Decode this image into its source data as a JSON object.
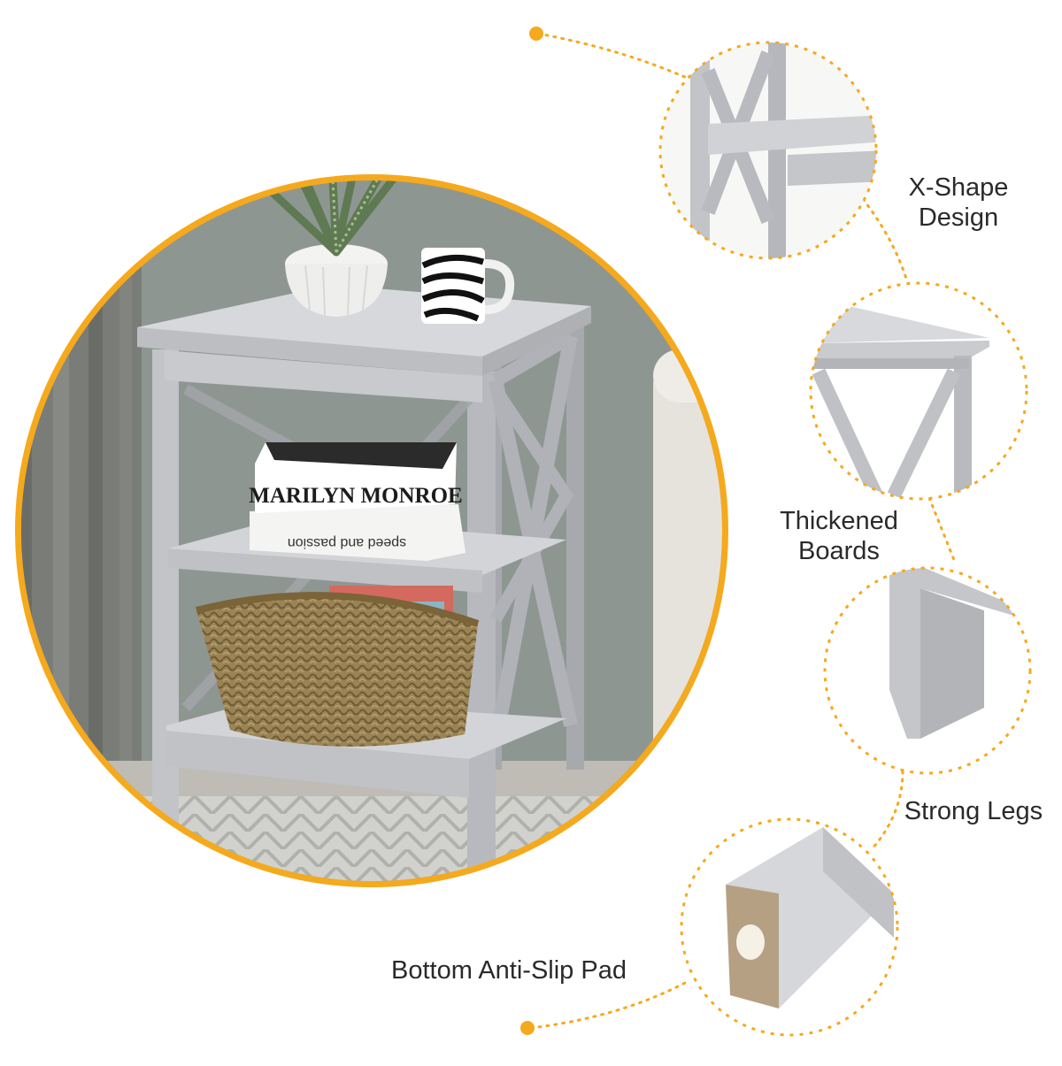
{
  "product": {
    "book_top_title": "MARILYN MONROE",
    "book_bottom_title": "speed and passion"
  },
  "features": [
    {
      "lines": [
        "X-Shape",
        "Design"
      ]
    },
    {
      "lines": [
        "Thickened",
        "Boards"
      ]
    },
    {
      "lines": [
        "Strong Legs"
      ]
    },
    {
      "lines": [
        "Bottom Anti-Slip Pad"
      ]
    }
  ],
  "colors": {
    "accent": "#f5a91c",
    "table_gray": "#bdbfc4",
    "wall": "#8c9490",
    "sofa": "#e6e3dd"
  }
}
